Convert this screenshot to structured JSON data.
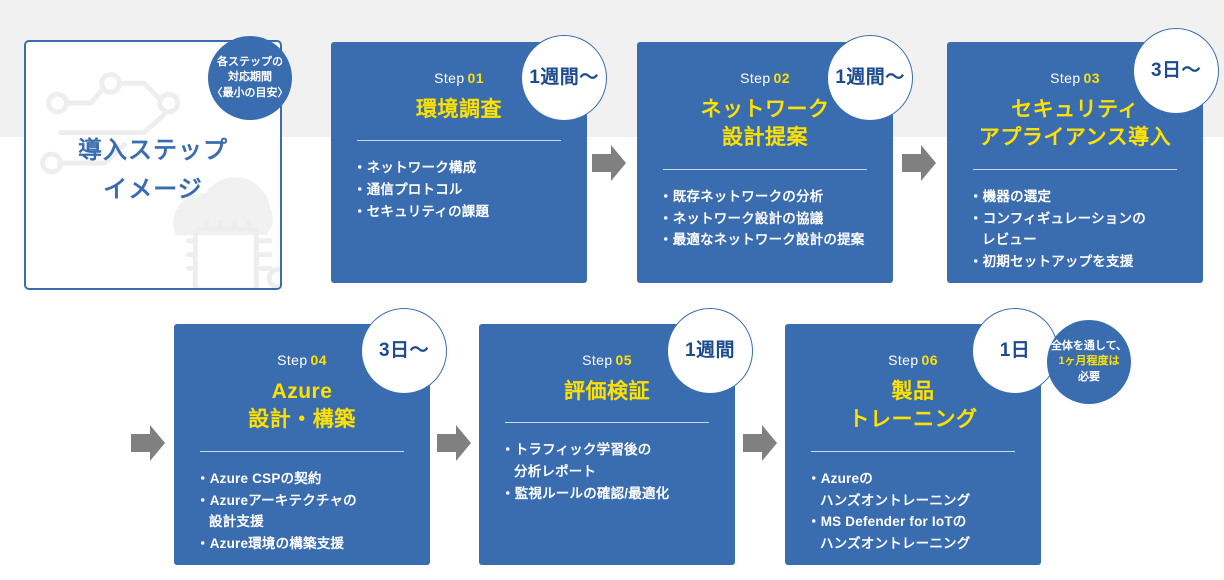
{
  "colors": {
    "brand_blue": "#3a6cb0",
    "accent_yellow": "#ffe100",
    "band_gray": "#f1f1f1",
    "arrow_gray": "#808080"
  },
  "intro": {
    "title": "導入ステップ\nイメージ",
    "badge": "各ステップの\n対応期間\n〈最小の目安〉"
  },
  "steps": [
    {
      "number_label": "Step",
      "number": "01",
      "title": "環境調査",
      "duration": "1週間〜",
      "bullets": [
        "ネットワーク構成",
        "通信プロトコル",
        "セキュリティの課題"
      ]
    },
    {
      "number_label": "Step",
      "number": "02",
      "title": "ネットワーク\n設計提案",
      "duration": "1週間〜",
      "bullets": [
        "既存ネットワークの分析",
        "ネットワーク設計の協議",
        "最適なネットワーク設計の提案"
      ]
    },
    {
      "number_label": "Step",
      "number": "03",
      "title": "セキュリティ\nアプライアンス導入",
      "duration": "3日〜",
      "bullets": [
        "機器の選定",
        "コンフィギュレーションの\n  レビュー",
        "初期セットアップを支援"
      ]
    },
    {
      "number_label": "Step",
      "number": "04",
      "title": "Azure\n設計・構築",
      "duration": "3日〜",
      "bullets": [
        "Azure CSPの契約",
        "Azureアーキテクチャの\n  設計支援",
        "Azure環境の構築支援"
      ]
    },
    {
      "number_label": "Step",
      "number": "05",
      "title": "評価検証",
      "duration": "1週間",
      "bullets": [
        "トラフィック学習後の\n  分析レポート",
        "監視ルールの確認/最適化"
      ]
    },
    {
      "number_label": "Step",
      "number": "06",
      "title": "製品\nトレーニング",
      "duration": "1日",
      "bullets": [
        "Azureの\n  ハンズオントレーニング",
        "MS Defender for IoTの\n  ハンズオントレーニング"
      ]
    }
  ],
  "total_badge": {
    "line1": "全体を通して、",
    "line2_highlight": "1ヶ月程度は",
    "line3": "必要"
  }
}
